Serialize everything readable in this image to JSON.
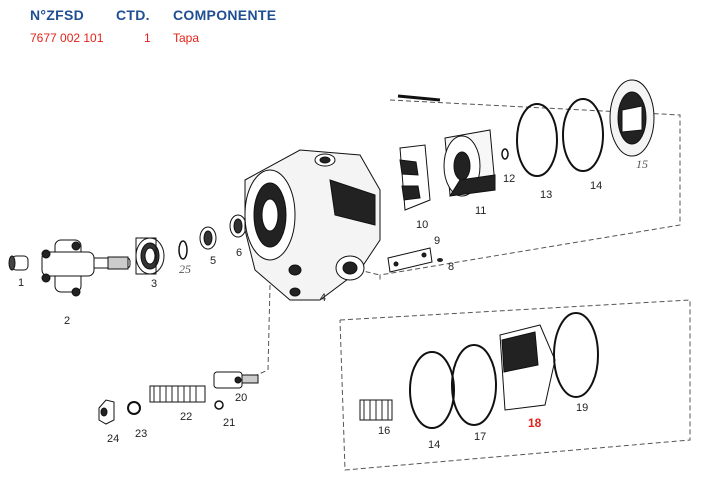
{
  "header": {
    "col1": "N°ZFSD",
    "col2": "CTD.",
    "col3": "COMPONENTE"
  },
  "row": {
    "part_number": "7677 002 101",
    "qty": "1",
    "name": "Tapa"
  },
  "callouts": {
    "c1": "1",
    "c2": "2",
    "c3": "3",
    "c4": "4",
    "c5": "5",
    "c6": "6",
    "c8": "8",
    "c9": "9",
    "c10": "10",
    "c11": "11",
    "c12": "12",
    "c13": "13",
    "c14a": "14",
    "c15": "15",
    "c16": "16",
    "c17": "17",
    "c18": "18",
    "c19": "19",
    "c14b": "14",
    "c20": "20",
    "c21": "21",
    "c22": "22",
    "c23": "23",
    "c24": "24",
    "c25": "25"
  },
  "colors": {
    "header": "#1f4e93",
    "highlight": "#e2231a",
    "ink": "#222222"
  }
}
